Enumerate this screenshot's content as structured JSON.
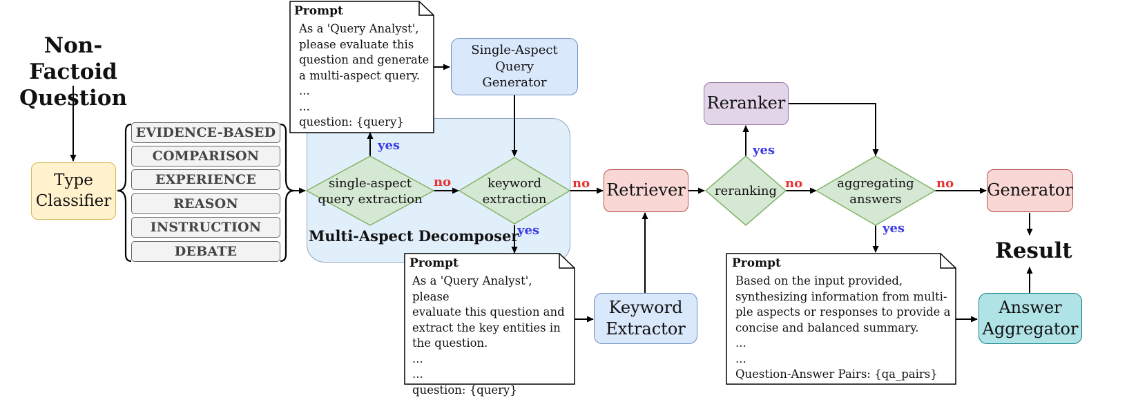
{
  "question": {
    "line1": "Non-Factoid",
    "line2": "Question"
  },
  "type_classifier": {
    "line1": "Type",
    "line2": "Classifier"
  },
  "categories": [
    "EVIDENCE-BASED",
    "COMPARISON",
    "EXPERIENCE",
    "REASON",
    "INSTRUCTION",
    "DEBATE"
  ],
  "decomposer": {
    "label": "Multi-Aspect Decomposer"
  },
  "prompt1": {
    "title": "Prompt",
    "text": "As a 'Query Analyst',\nplease evaluate this\nquestion and generate\na multi-aspect query.\n...\n...\nquestion: {query}"
  },
  "prompt2": {
    "title": "Prompt",
    "text": "As a 'Query Analyst', please\nevaluate this question and\nextract the key entities in\nthe question.\n...\n...\nquestion: {query}"
  },
  "prompt3": {
    "title": "Prompt",
    "text": "Based on the input provided,\nsynthesizing information from multi-\nple aspects or responses to provide a\nconcise and balanced summary.\n...\n...\nQuestion-Answer Pairs: {qa_pairs}"
  },
  "single_aspect_generator": {
    "line1": "Single-Aspect Query",
    "line2": "Generator"
  },
  "keyword_extractor": {
    "line1": "Keyword",
    "line2": "Extractor"
  },
  "retriever": {
    "label": "Retriever"
  },
  "reranker": {
    "label": "Reranker"
  },
  "generator": {
    "label": "Generator"
  },
  "answer_aggregator": {
    "line1": "Answer",
    "line2": "Aggregator"
  },
  "result": {
    "label": "Result"
  },
  "decisions": {
    "single_aspect": {
      "line1": "single-aspect",
      "line2": "query extraction"
    },
    "keyword": {
      "line1": "keyword",
      "line2": "extraction"
    },
    "reranking": {
      "line1": "reranking"
    },
    "aggregating": {
      "line1": "aggregating",
      "line2": "answers"
    }
  },
  "edge_labels": {
    "yes": "yes",
    "no": "no"
  },
  "colors": {
    "decision_fill": "#d5e8d4",
    "decision_stroke": "#82b366",
    "yes": "#3b3be6",
    "no": "#e63434",
    "blue_fill": "#dae8fc",
    "red_fill": "#f8d7d5",
    "purple_fill": "#e1d5e7",
    "teal_fill": "#b0e3e6",
    "yellow_fill": "#fff2cc",
    "region_fill": "#e1effb"
  }
}
